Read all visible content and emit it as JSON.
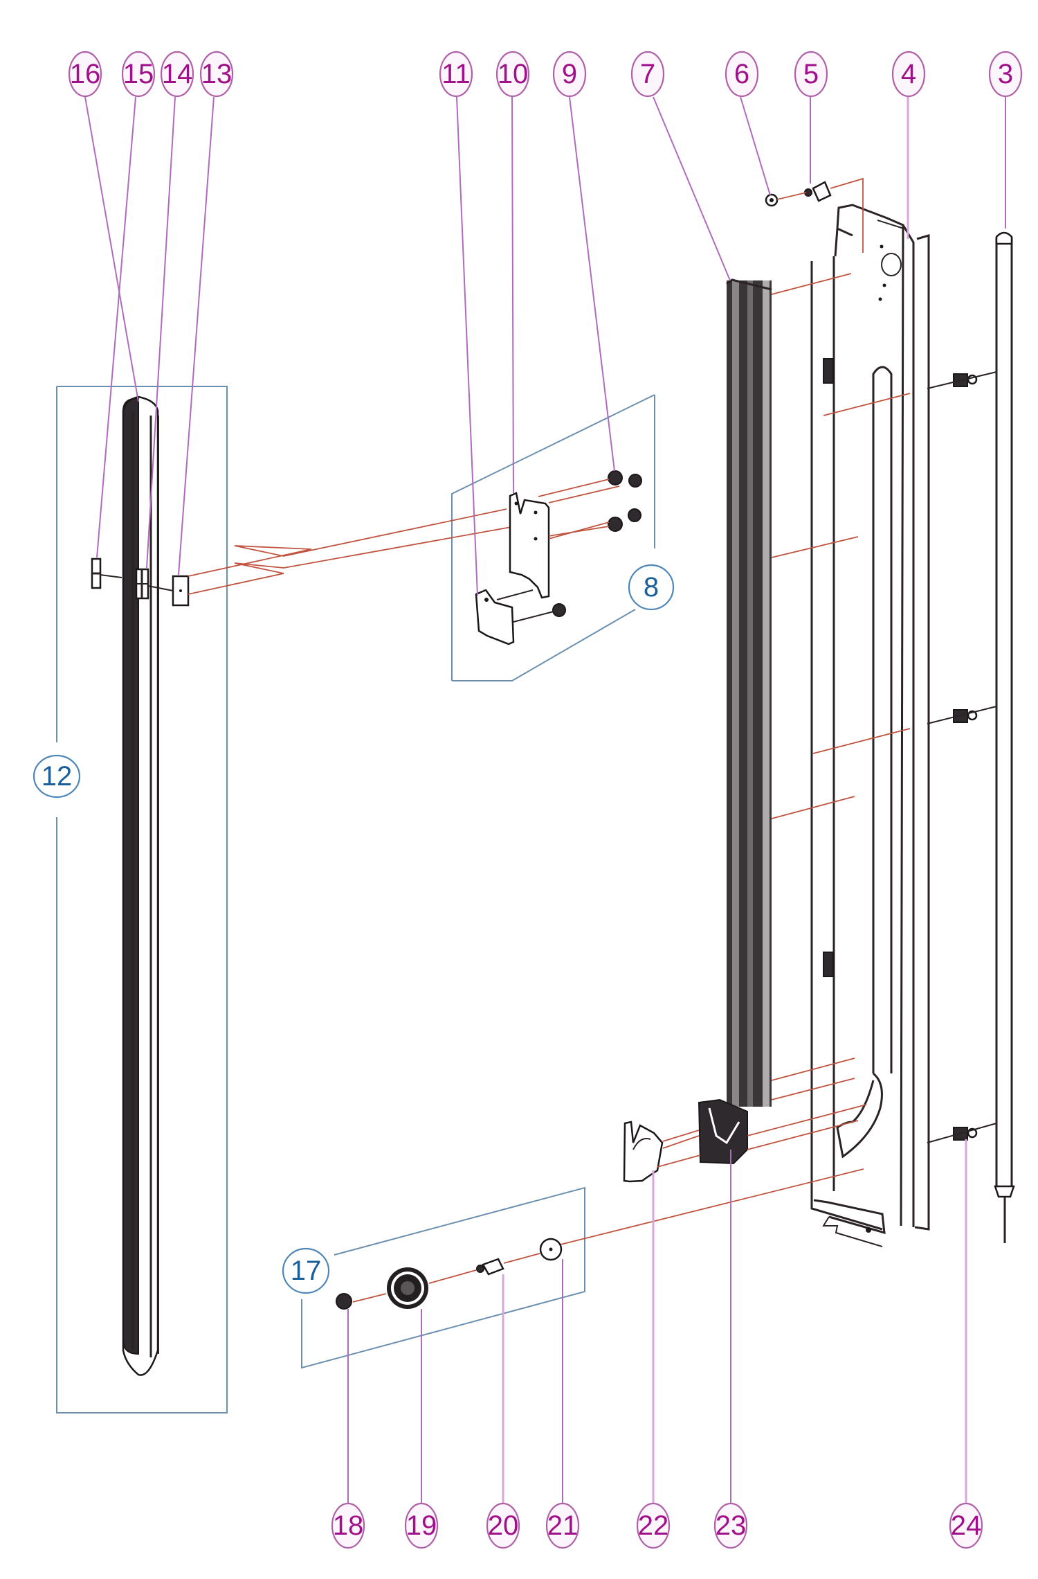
{
  "diagram": {
    "type": "exploded-parts-diagram",
    "subject": "sliding door assembly",
    "colors": {
      "callout_text": "#a0108a",
      "callout_ring": "#b060a8",
      "group_callout_text": "#1a5f9a",
      "group_frame": "#6b8fae",
      "explosion_line": "#c0533f",
      "part_outline": "#2a2225"
    },
    "callouts_top": [
      {
        "id": "16",
        "label": "16"
      },
      {
        "id": "15",
        "label": "15"
      },
      {
        "id": "14",
        "label": "14"
      },
      {
        "id": "13",
        "label": "13"
      },
      {
        "id": "11",
        "label": "11"
      },
      {
        "id": "10",
        "label": "10"
      },
      {
        "id": "9",
        "label": "9"
      },
      {
        "id": "7",
        "label": "7"
      },
      {
        "id": "6",
        "label": "6"
      },
      {
        "id": "5",
        "label": "5"
      },
      {
        "id": "4",
        "label": "4"
      },
      {
        "id": "3",
        "label": "3"
      }
    ],
    "callouts_bottom": [
      {
        "id": "18",
        "label": "18"
      },
      {
        "id": "19",
        "label": "19"
      },
      {
        "id": "20",
        "label": "20"
      },
      {
        "id": "21",
        "label": "21"
      },
      {
        "id": "22",
        "label": "22"
      },
      {
        "id": "23",
        "label": "23"
      },
      {
        "id": "24",
        "label": "24"
      }
    ],
    "group_callouts": [
      {
        "id": "8",
        "label": "8",
        "contains": [
          "9",
          "10",
          "11"
        ]
      },
      {
        "id": "12",
        "label": "12",
        "contains": [
          "13",
          "14",
          "15",
          "16"
        ]
      },
      {
        "id": "17",
        "label": "17",
        "contains": [
          "18",
          "19",
          "20",
          "21"
        ]
      }
    ]
  }
}
